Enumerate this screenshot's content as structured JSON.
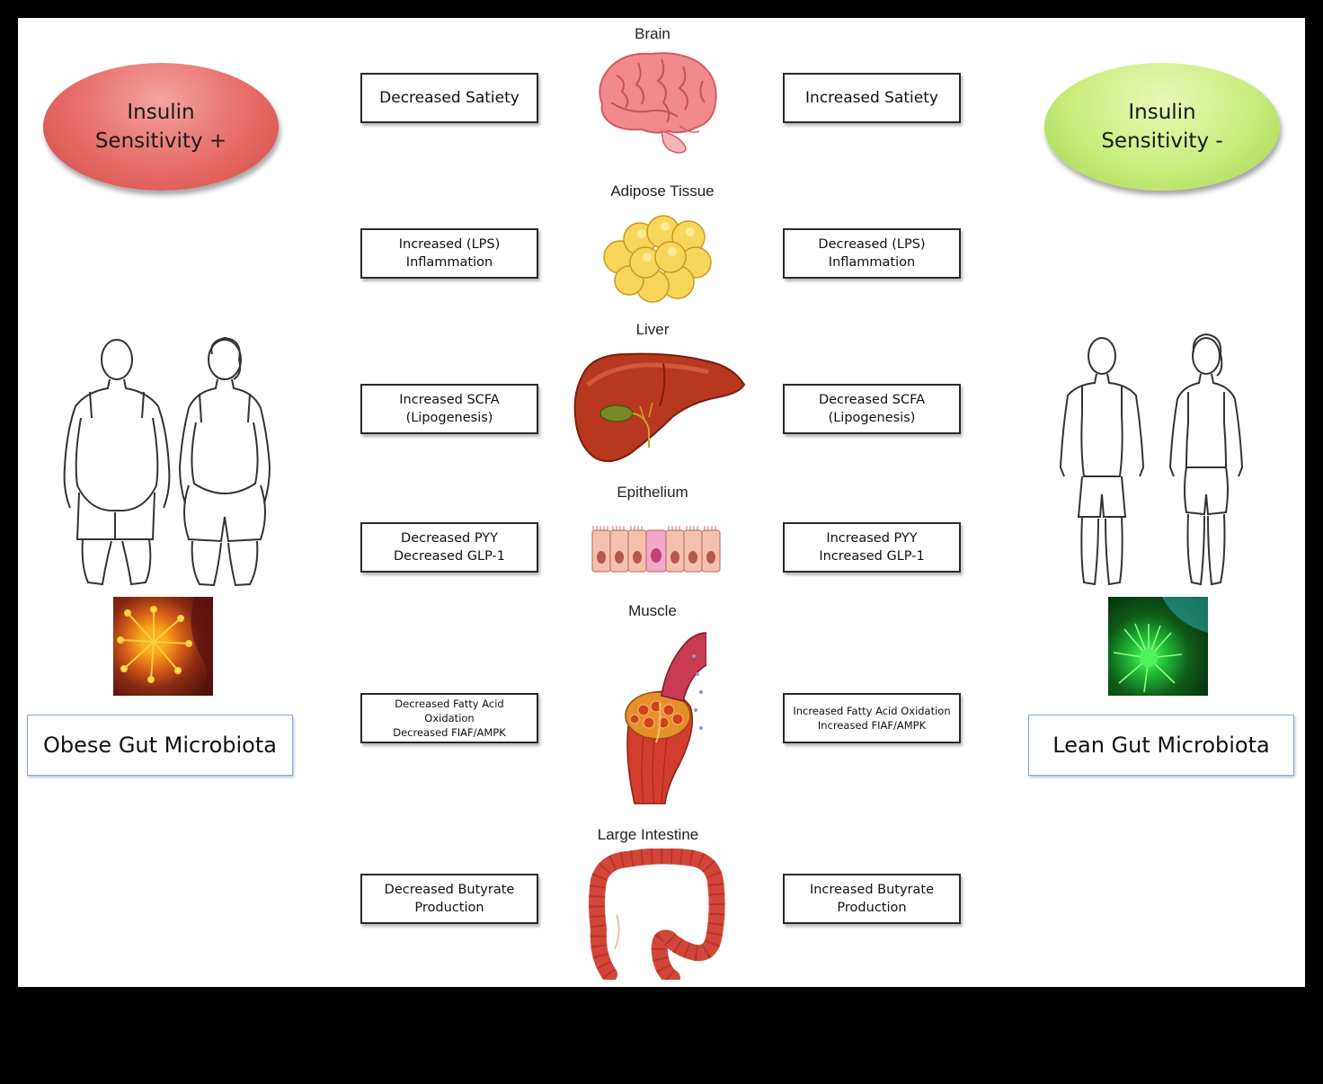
{
  "left": {
    "ellipse_line1": "Insulin",
    "ellipse_line2": "Sensitivity +",
    "microbiota_label": "Obese Gut Microbiota"
  },
  "right": {
    "ellipse_line1": "Insulin",
    "ellipse_line2": "Sensitivity -",
    "microbiota_label": "Lean Gut Microbiota"
  },
  "organs": [
    {
      "name": "Brain",
      "left": [
        "Decreased Satiety"
      ],
      "right": [
        "Increased Satiety"
      ]
    },
    {
      "name": "Adipose Tissue",
      "left": [
        "Increased (LPS)",
        "Inflammation"
      ],
      "right": [
        "Decreased (LPS)",
        "Inflammation"
      ]
    },
    {
      "name": "Liver",
      "left": [
        "Increased SCFA",
        "(Lipogenesis)"
      ],
      "right": [
        "Decreased SCFA",
        "(Lipogenesis)"
      ]
    },
    {
      "name": "Epithelium",
      "left": [
        "Decreased PYY",
        "Decreased GLP-1"
      ],
      "right": [
        "Increased PYY",
        "Increased GLP-1"
      ]
    },
    {
      "name": "Muscle",
      "left": [
        "Decreased Fatty Acid",
        "Oxidation",
        "Decreased FIAF/AMPK"
      ],
      "right": [
        "Increased Fatty Acid Oxidation",
        "Increased FIAF/AMPK"
      ]
    },
    {
      "name": "Large Intestine",
      "left": [
        "Decreased Butyrate",
        "Production"
      ],
      "right": [
        "Increased Butyrate",
        "Production"
      ]
    }
  ],
  "colors": {
    "ellipse_left": "#e56b66",
    "ellipse_right": "#c9ec7c",
    "microbiota_border": "#8aa8d6"
  }
}
